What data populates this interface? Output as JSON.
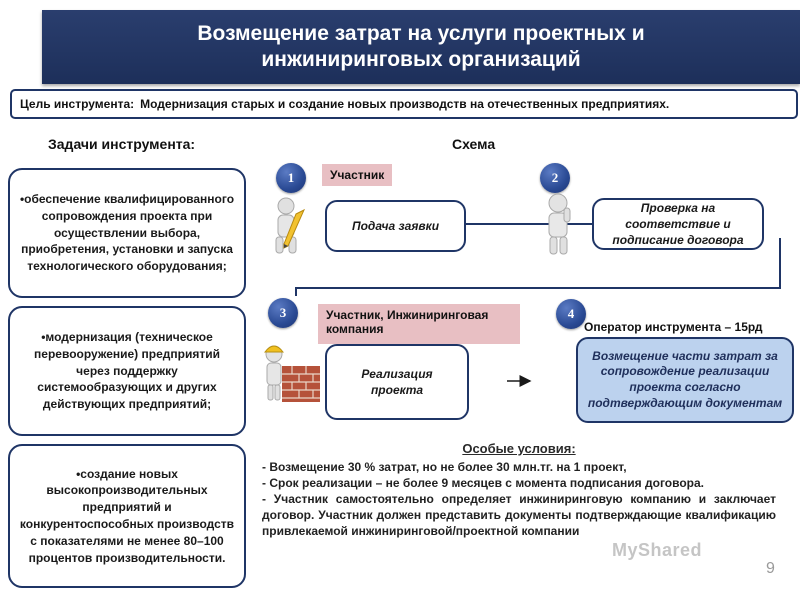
{
  "title": "Возмещение затрат на услуги проектных и инжиниринговых организаций",
  "goal": {
    "label": "Цель инструмента:",
    "text": "Модернизация старых и создание новых производств на отечественных предприятиях."
  },
  "tasks": {
    "heading": "Задачи инструмента:",
    "items": [
      "•обеспечение квалифицированного сопровождения проекта при осуществлении выбора, приобретения, установки и запуска технологического оборудования;",
      "•модернизация (техническое перевооружение) предприятий через поддержку системообразующих и других действующих предприятий;",
      "•создание новых высокопроизводительных предприятий и конкурентоспособных производств с показателями не менее 80–100 процентов производительности."
    ]
  },
  "scheme": {
    "heading": "Схема",
    "steps": [
      {
        "num": "1",
        "role": "Участник",
        "action": "Подача заявки"
      },
      {
        "num": "2",
        "role": "",
        "action": "Проверка на соответствие и подписание договора"
      },
      {
        "num": "3",
        "role": "Участник, Инжиниринговая компания",
        "action": "Реализация проекта"
      },
      {
        "num": "4",
        "role": "Оператор инструмента – 15рд",
        "action": "Возмещение части затрат за сопровождение реализации проекта согласно подтверждающим документам"
      }
    ]
  },
  "conditions": {
    "title": "Особые условия:",
    "items": [
      "- Возмещение 30 % затрат, но не более 30 млн.тг. на 1 проект,",
      "- Срок реализации – не более 9 месяцев с момента подписания договора.",
      "- Участник самостоятельно определяет инжиниринговую компанию и заключает договор. Участник должен представить документы подтверждающие квалификацию привлекаемой инжиниринговой/проектной компании"
    ]
  },
  "page_number": "9",
  "watermark": "MyShared",
  "colors": {
    "title_bg": "#1d2f5a",
    "border": "#1f3566",
    "pink_label": "#e8bfc3",
    "blue_box": "#bcd2ee",
    "circle": "#2a4a94"
  }
}
